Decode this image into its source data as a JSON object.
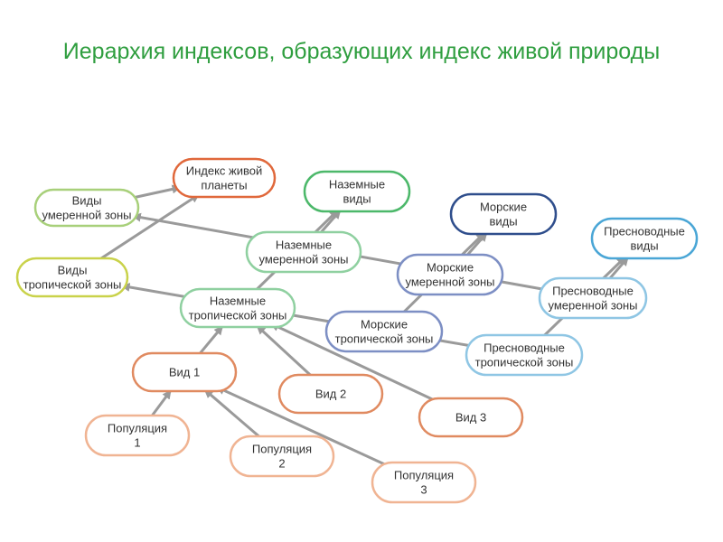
{
  "title": "Иерархия индексов, образующих индекс живой природы",
  "colors": {
    "title": "#2f9e3f",
    "arrow": "#9a9a9a",
    "text": "#333333"
  },
  "nodes": [
    {
      "id": "index-living-planet",
      "lines": [
        "Индекс живой",
        "планеты"
      ],
      "color": "#e0683b"
    },
    {
      "id": "species-temperate",
      "lines": [
        "Виды",
        "умеренной зоны"
      ],
      "color": "#a8d07a"
    },
    {
      "id": "species-tropical",
      "lines": [
        "Виды",
        "тропической зоны"
      ],
      "color": "#c9d24a"
    },
    {
      "id": "terrestrial-species",
      "lines": [
        "Наземные",
        "виды"
      ],
      "color": "#4cb86a"
    },
    {
      "id": "terrestrial-temperate",
      "lines": [
        "Наземные",
        "умеренной зоны"
      ],
      "color": "#8fd0a0"
    },
    {
      "id": "terrestrial-tropical",
      "lines": [
        "Наземные",
        "тропической зоны"
      ],
      "color": "#8fd0a0"
    },
    {
      "id": "marine-species",
      "lines": [
        "Морские",
        "виды"
      ],
      "color": "#2f4e8c"
    },
    {
      "id": "marine-temperate",
      "lines": [
        "Морские",
        "умеренной зоны"
      ],
      "color": "#7d8fc4"
    },
    {
      "id": "marine-tropical",
      "lines": [
        "Морские",
        "тропической зоны"
      ],
      "color": "#7d8fc4"
    },
    {
      "id": "freshwater-species",
      "lines": [
        "Пресноводные",
        "виды"
      ],
      "color": "#4aa6d6"
    },
    {
      "id": "freshwater-temperate",
      "lines": [
        "Пресноводные",
        "умеренной зоны"
      ],
      "color": "#8fc6e4"
    },
    {
      "id": "freshwater-tropical",
      "lines": [
        "Пресноводные",
        "тропической зоны"
      ],
      "color": "#8fc6e4"
    },
    {
      "id": "species-1",
      "lines": [
        "Вид 1"
      ],
      "color": "#e08a60"
    },
    {
      "id": "species-2",
      "lines": [
        "Вид 2"
      ],
      "color": "#e08a60"
    },
    {
      "id": "species-3",
      "lines": [
        "Вид 3"
      ],
      "color": "#e08a60"
    },
    {
      "id": "population-1",
      "lines": [
        "Популяция",
        "1"
      ],
      "color": "#f0b493"
    },
    {
      "id": "population-2",
      "lines": [
        "Популяция",
        "2"
      ],
      "color": "#f0b493"
    },
    {
      "id": "population-3",
      "lines": [
        "Популяция",
        "3"
      ],
      "color": "#f0b493"
    }
  ],
  "edges": [
    [
      "species-temperate",
      "index-living-planet"
    ],
    [
      "species-tropical",
      "index-living-planet"
    ],
    [
      "terrestrial-temperate",
      "terrestrial-species"
    ],
    [
      "terrestrial-tropical",
      "terrestrial-species"
    ],
    [
      "marine-temperate",
      "marine-species"
    ],
    [
      "marine-tropical",
      "marine-species"
    ],
    [
      "freshwater-temperate",
      "freshwater-species"
    ],
    [
      "freshwater-tropical",
      "freshwater-species"
    ],
    [
      "freshwater-temperate",
      "species-temperate"
    ],
    [
      "freshwater-tropical",
      "species-tropical"
    ],
    [
      "species-1",
      "terrestrial-tropical"
    ],
    [
      "species-2",
      "terrestrial-tropical"
    ],
    [
      "species-3",
      "terrestrial-tropical"
    ],
    [
      "population-1",
      "species-1"
    ],
    [
      "population-2",
      "species-1"
    ],
    [
      "population-3",
      "species-1"
    ]
  ]
}
